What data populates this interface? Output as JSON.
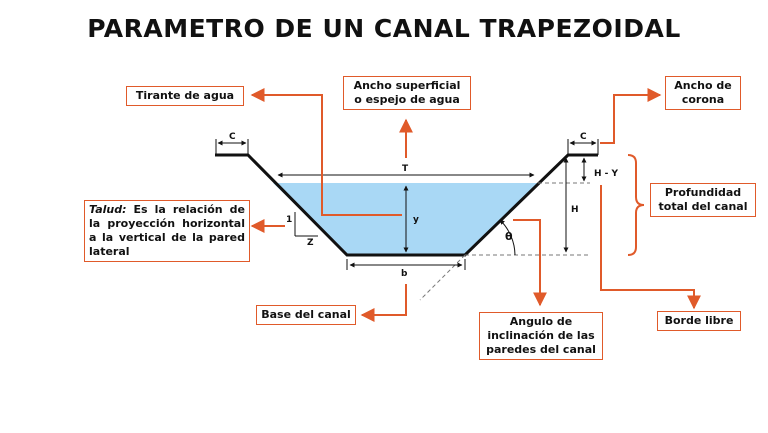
{
  "title": "PARAMETRO DE UN CANAL TRAPEZOIDAL",
  "labels": {
    "tirante": "Tirante de agua",
    "ancho_sup": "Ancho superficial o espejo de agua",
    "ancho_corona": "Ancho de corona",
    "talud_term": "Talud:",
    "talud_text": " Es la relación de la proyección horizontal a la vertical de la pared lateral",
    "profundidad": "Profundidad total del canal",
    "base": "Base del canal",
    "angulo": "Angulo de inclinación de las paredes del canal",
    "borde": "Borde libre"
  },
  "symbols": {
    "c_left": "C",
    "c_right": "C",
    "T": "T",
    "y": "y",
    "H": "H",
    "HY": "H - Y",
    "one": "1",
    "Z": "Z",
    "b": "b",
    "theta": "θ"
  },
  "colors": {
    "accent": "#e05a2a",
    "water": "#a9d8f5",
    "ink": "#111111"
  }
}
